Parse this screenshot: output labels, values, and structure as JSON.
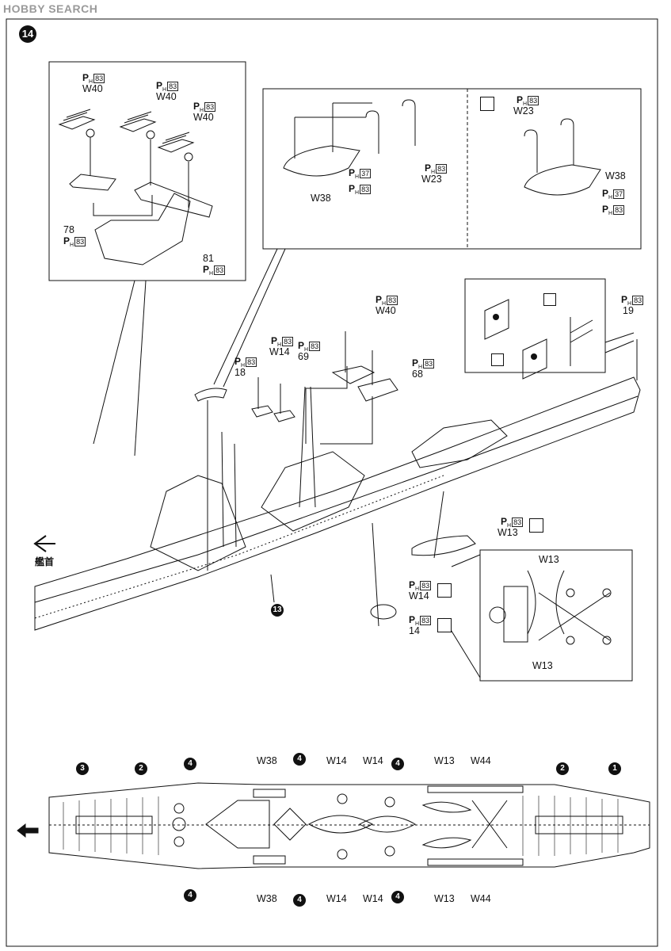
{
  "watermark": "HOBBY SEARCH",
  "step_number": "14",
  "sub_step_number": "13",
  "bow_label": "艦首",
  "paint_code": "83",
  "paint_code_2": "37",
  "paint_prefix": "P",
  "paint_sub": "H",
  "parts": {
    "w40": "W40",
    "w38": "W38",
    "w23": "W23",
    "w14": "W14",
    "w13": "W13",
    "w44": "W44",
    "p78": "78",
    "p81": "81",
    "p18": "18",
    "p69": "69",
    "p68": "68",
    "p19": "19",
    "p14": "14"
  },
  "plan_markers": [
    "3",
    "2",
    "4",
    "4",
    "4",
    "4",
    "2",
    "1"
  ]
}
